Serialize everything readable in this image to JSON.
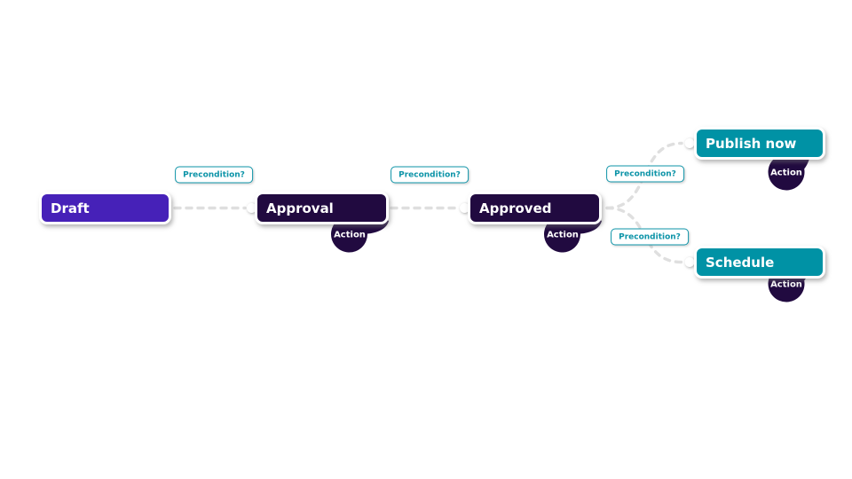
{
  "diagram": {
    "nodes": [
      {
        "id": "draft",
        "label": "Draft"
      },
      {
        "id": "approval",
        "label": "Approval"
      },
      {
        "id": "approved",
        "label": "Approved"
      },
      {
        "id": "publish-now",
        "label": "Publish now"
      },
      {
        "id": "schedule",
        "label": "Schedule"
      }
    ],
    "action_badges": [
      "Action",
      "Action",
      "Action",
      "Action"
    ],
    "precondition_badges": [
      "Precondition?",
      "Precondition?",
      "Precondition?",
      "Precondition?"
    ],
    "colors": {
      "draft_node": "#4621b8",
      "dark_node": "#210a40",
      "teal_node": "#0092a5",
      "badge": "#210a40",
      "precondition_accent": "#0d94a8",
      "edge": "#dfdfdf"
    }
  }
}
